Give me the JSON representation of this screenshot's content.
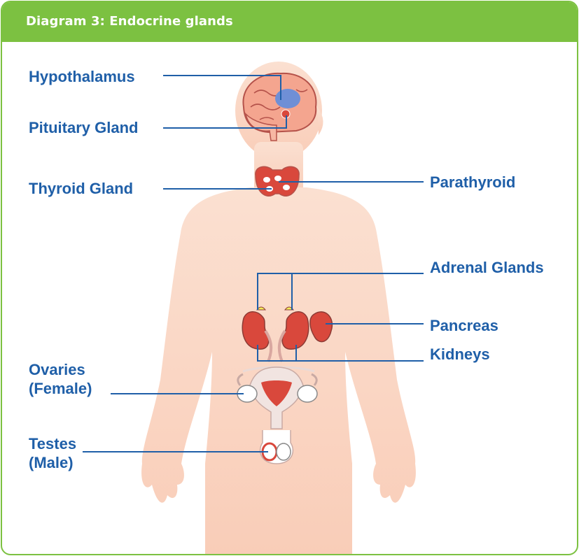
{
  "header": {
    "title": "Diagram 3: Endocrine glands"
  },
  "labels": {
    "hypothalamus": "Hypothalamus",
    "pituitary": "Pituitary Gland",
    "thyroid": "Thyroid Gland",
    "parathyroid": "Parathyroid",
    "adrenal": "Adrenal Glands",
    "pancreas": "Pancreas",
    "kidneys": "Kidneys",
    "ovaries_1": "Ovaries",
    "ovaries_2": "(Female)",
    "testes_1": "Testes",
    "testes_2": "(Male)"
  },
  "colors": {
    "header": "#7cc141",
    "label": "#1f5fa8",
    "line": "#1f5fa8",
    "skin": "#fbd6c3",
    "organ": "#d9483c",
    "gland_yellow": "#f4ee5a"
  }
}
